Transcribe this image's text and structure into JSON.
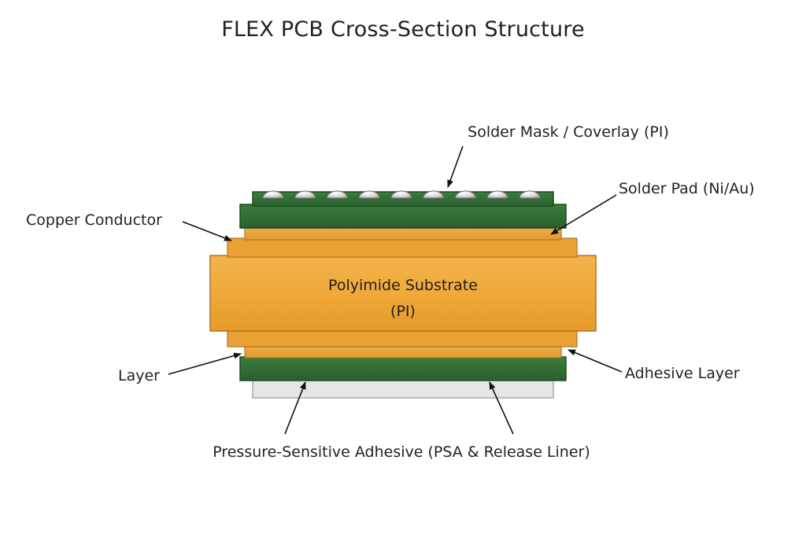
{
  "title": "FLEX PCB Cross-Section Structure",
  "substrate": {
    "line1": "Polyimide Substrate",
    "line2": "(PI)"
  },
  "labels": {
    "solder_mask": "Solder Mask / Coverlay (PI)",
    "solder_pad": "Solder Pad (Ni/Au)",
    "copper_conductor": "Copper Conductor",
    "layer": "Layer",
    "adhesive_layer": "Adhesive Layer",
    "psa": "Pressure-Sensitive Adhesive (PSA & Release Liner)"
  },
  "colors": {
    "solder_mask_green": "#2e6b32",
    "copper_orange": "#e8a33a",
    "substrate_orange": "#f0ab3c",
    "release_liner": "#e4e4e4",
    "solder_pad_silver": "#d8d8d8"
  }
}
